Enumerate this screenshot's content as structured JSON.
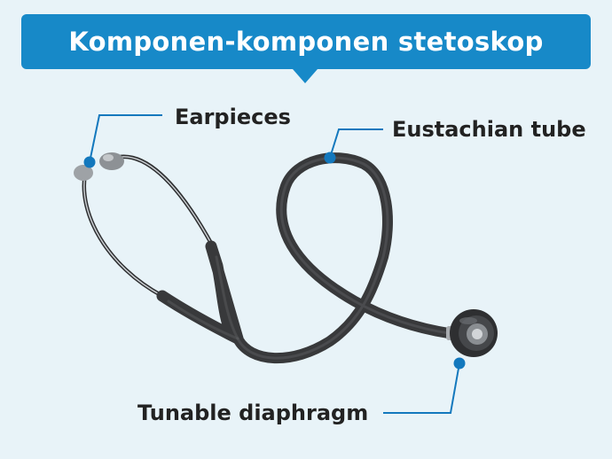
{
  "header": {
    "title": "Komponen-komponen stetoskop"
  },
  "parts": [
    {
      "label": "Earpieces"
    },
    {
      "label": "Eustachian tube"
    },
    {
      "label": "Tunable diaphragm"
    }
  ],
  "colors": {
    "banner": "#1789c8",
    "background": "#e8f3f8",
    "callout": "#1378bd",
    "tube": "#3a3b3d",
    "metal": "#b9bdc1",
    "label_text": "#222222"
  }
}
